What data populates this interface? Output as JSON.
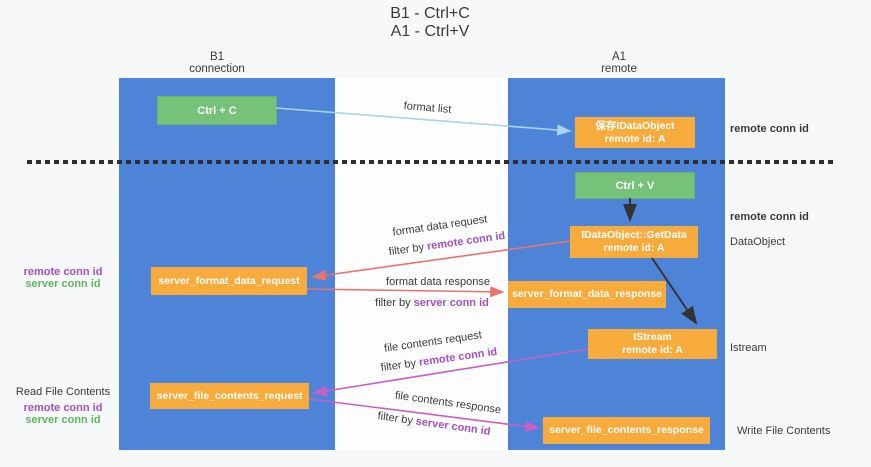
{
  "title": {
    "line1": "B1 - Ctrl+C",
    "line2": "A1 - Ctrl+V"
  },
  "lanes": {
    "left": {
      "name": "B1",
      "subtitle": "connection"
    },
    "right": {
      "name": "A1",
      "subtitle": "remote"
    }
  },
  "boxes": {
    "ctrl_c": {
      "label": "Ctrl + C"
    },
    "ctrl_v": {
      "label": "Ctrl + V"
    },
    "save_idataobject": {
      "line1": "保存IDataObject",
      "line2": "remote id: A"
    },
    "getdata": {
      "line1": "IDataObject::GetData",
      "line2": "remote id: A"
    },
    "istream": {
      "line1": "IStream",
      "line2": "remote id: A"
    },
    "server_format_data_request": {
      "label": "server_format_data_request"
    },
    "server_format_data_response": {
      "label": "server_format_data_response"
    },
    "server_file_contents_request": {
      "label": "server_file_contents_request"
    },
    "server_file_contents_response": {
      "label": "server_file_contents_response"
    }
  },
  "arrows": {
    "format_list": {
      "label": "format list"
    },
    "format_data_request": {
      "label": "format data request",
      "filter_prefix": "filter by ",
      "filter_key": "remote conn id"
    },
    "format_data_response": {
      "label": "format data response",
      "filter_prefix": "filter by ",
      "filter_key": "server conn id"
    },
    "file_contents_request": {
      "label": "file contents request",
      "filter_prefix": "filter by ",
      "filter_key": "remote conn id"
    },
    "file_contents_response": {
      "label": "file contents response",
      "filter_prefix": "filter by ",
      "filter_key": "server conn id"
    }
  },
  "left_annotations": {
    "group1": {
      "remote": "remote conn id",
      "server": "server conn id"
    },
    "group2": {
      "title": "Read File Contents",
      "remote": "remote conn id",
      "server": "server conn id"
    }
  },
  "right_annotations": {
    "remote_conn_id_top": "remote conn id",
    "remote_conn_id_mid": "remote conn id",
    "dataobject": "DataObject",
    "istream": "Istream",
    "write_file_contents": "Write File Contents"
  },
  "colors": {
    "lifeline_blue": "#4d84d8",
    "box_green": "#77c279",
    "box_orange": "#f8ab3d",
    "arrow_blue": "#a9d3ef",
    "arrow_salmon": "#e8736f",
    "arrow_magenta": "#c75fc7",
    "arrow_black": "#333333",
    "text_purple": "#a24fc6",
    "text_green": "#5cb85c",
    "text_dark": "#3a3a3a",
    "background": "#f7f8f9"
  }
}
